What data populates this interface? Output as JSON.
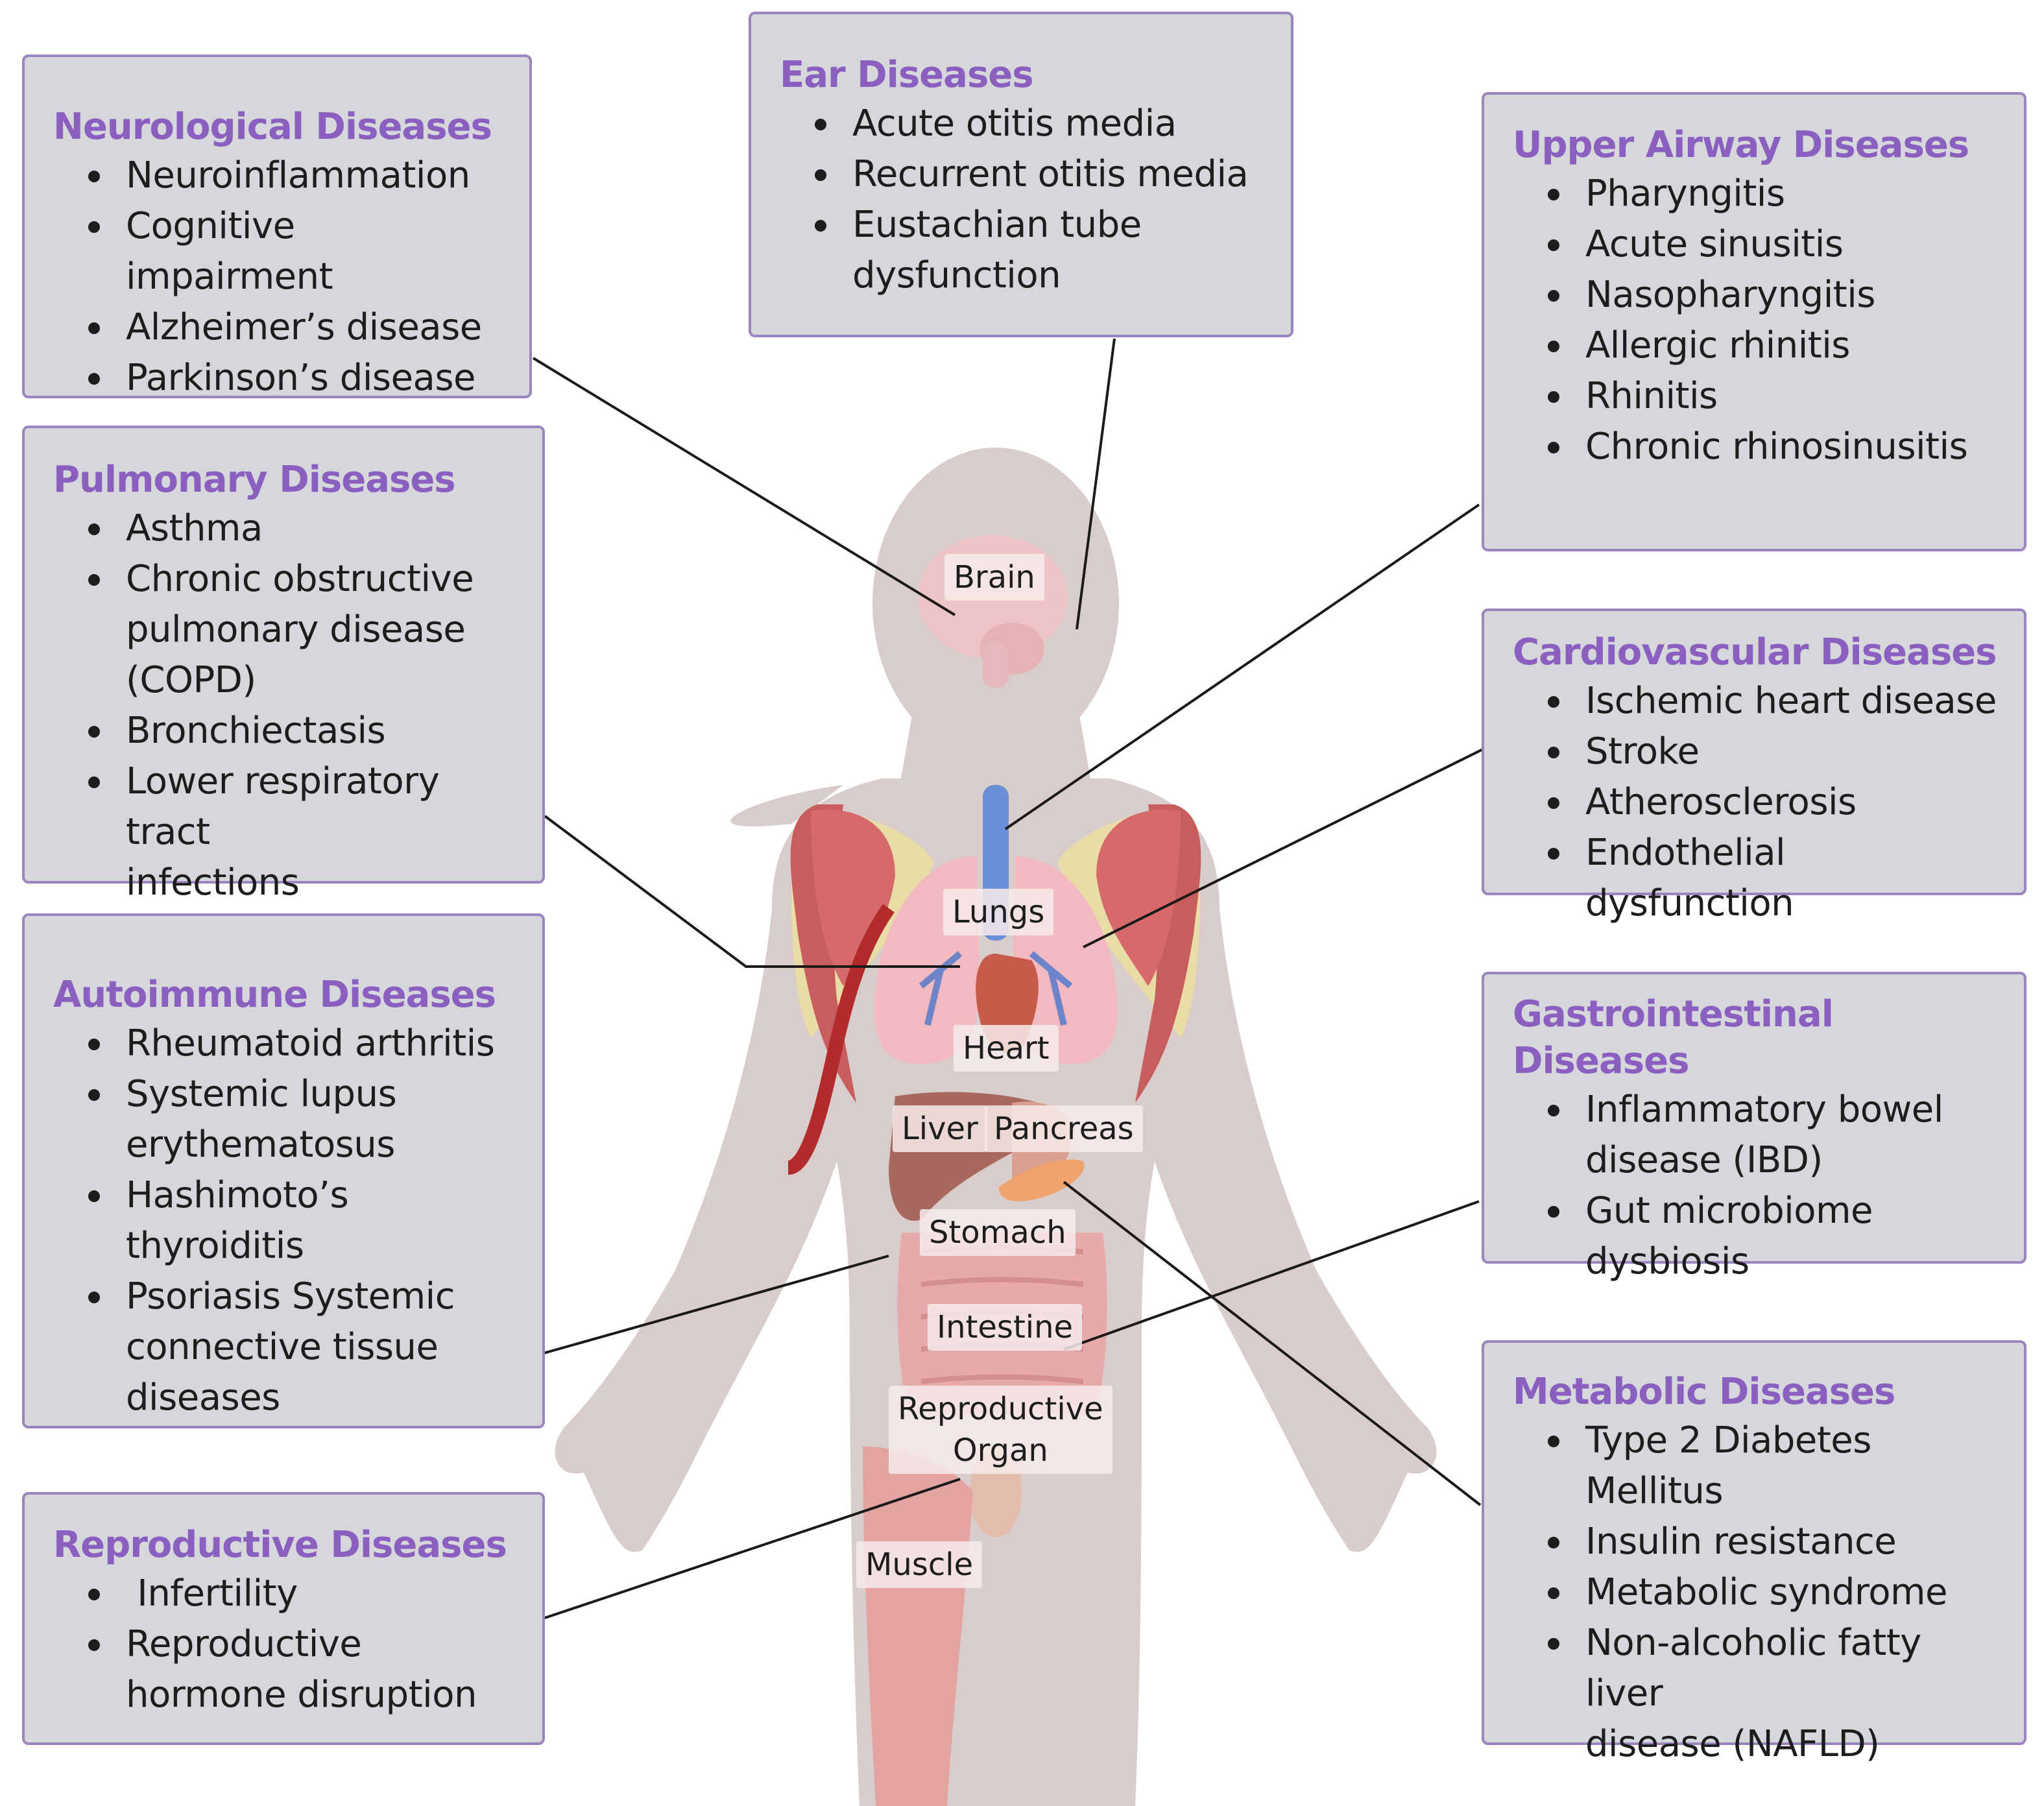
{
  "boxes": {
    "neurological": {
      "title": "Neurological Diseases",
      "items": [
        "Neuroinflammation",
        "Cognitive impairment",
        "Alzheimer’s disease",
        "Parkinson’s disease"
      ]
    },
    "ear": {
      "title": "Ear Diseases",
      "items": [
        "Acute otitis media",
        "Recurrent otitis media",
        "Eustachian tube\ndysfunction"
      ]
    },
    "upper_airway": {
      "title": "Upper Airway Diseases",
      "items": [
        "Pharyngitis",
        "Acute sinusitis",
        "Nasopharyngitis",
        "Allergic rhinitis",
        "Rhinitis",
        "Chronic rhinosinusitis"
      ]
    },
    "pulmonary": {
      "title": "Pulmonary Diseases",
      "items": [
        "Asthma",
        "Chronic obstructive\npulmonary disease\n(COPD)",
        "Bronchiectasis",
        "Lower respiratory tract\ninfections"
      ]
    },
    "cardiovascular": {
      "title": "Cardiovascular Diseases",
      "items": [
        "Ischemic heart disease",
        "Stroke",
        "Atherosclerosis",
        "Endothelial dysfunction"
      ]
    },
    "autoimmune": {
      "title": "Autoimmune Diseases",
      "items": [
        "Rheumatoid arthritis",
        "Systemic lupus\nerythematosus",
        "Hashimoto’s thyroiditis",
        "Psoriasis Systemic\nconnective tissue\ndiseases"
      ]
    },
    "gastrointestinal": {
      "title": "Gastrointestinal Diseases",
      "items": [
        "Inflammatory bowel\ndisease (IBD)",
        "Gut microbiome\ndysbiosis"
      ]
    },
    "reproductive": {
      "title": "Reproductive Diseases",
      "items": [
        " Infertility",
        "Reproductive\nhormone disruption"
      ]
    },
    "metabolic": {
      "title": "Metabolic Diseases",
      "items": [
        "Type 2 Diabetes\nMellitus",
        "Insulin resistance",
        "Metabolic syndrome",
        "Non-alcoholic fatty liver\ndisease (NAFLD)"
      ]
    }
  },
  "organs": {
    "brain": "Brain",
    "lungs": "Lungs",
    "heart": "Heart",
    "liver": "Liver",
    "pancreas": "Pancreas",
    "stomach": "Stomach",
    "intestine": "Intestine",
    "reproductive_organ": "Reproductive\nOrgan",
    "muscle": "Muscle"
  },
  "colors": {
    "box_fill": "#d6d7db",
    "box_border": "#9b84bf",
    "title_purple": "#8a5fc0",
    "body_silhouette": "#d8cdcb",
    "connector": "#1a1a1a"
  }
}
